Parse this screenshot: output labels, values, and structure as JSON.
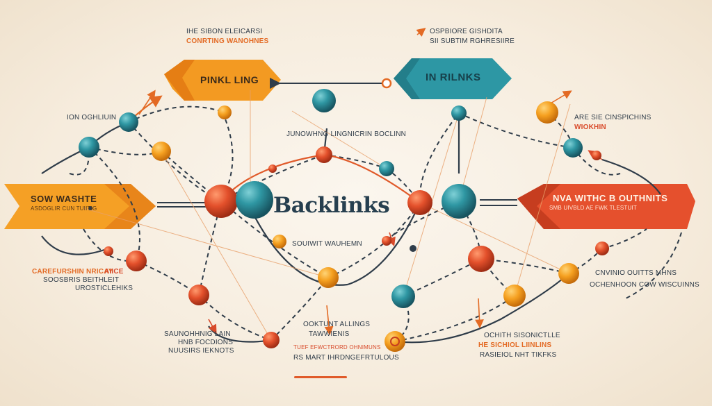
{
  "title": "Backlinks",
  "banners": {
    "top_left": "PINKL LING",
    "top_right": "IN RILNKS",
    "left": "SOW WASHTE",
    "left_sub": "ASDOGLIR CUN TUIITIG",
    "right": "NVA WITHC B OUTHNITS",
    "right_sub": "SMB UIVBLD AE FWK TLESTUIT"
  },
  "labels": {
    "top_left_1": "IHE SIBON ELEICARSI",
    "top_left_2": "CONRTING WANOHNES",
    "top_right_1": "OSPBIORE GISHDITA",
    "top_right_2": "SII SUBTIM RGHRESIIRE",
    "upper_left": "ION OGHLIUIN",
    "upper_right_1": "ARE SIE CINSPICHINS",
    "upper_right_2": "WIOKHIN",
    "upper_center": "JUNOWHNG LINGNICRIN BOCLINN",
    "center_below": "SOUIWIT WAUHEMN",
    "left_lower_1": "CAREFURSHIN NRICAY",
    "left_lower_1b": "AIICE",
    "left_lower_2": "SOOSBRIS BEITHLEIT",
    "left_lower_3": "UROSTICLEHIKS",
    "right_lower_1": "CNVINIO OUITTS MHNS",
    "right_lower_2": "OCHENHOON COW WISCUINNS",
    "bottom_center_1": "OOKTUNT ALLINGS",
    "bottom_center_2": "TAWWIENIS",
    "bottom_center_3": "TUEF EFWCTRORD OHNIMUNS",
    "bottom_center_4": "RS MART IHRDNGEFRTULOUS",
    "bottom_left_1": "SAUNOHHNIG LAIN",
    "bottom_left_2": "HNB FOCDIONS",
    "bottom_left_3": "NUUSIRS IEKNOTS",
    "bottom_right_1": "OCHITH SISONICTLLE",
    "bottom_right_2": "HE SICHIOL LIINLINS",
    "bottom_right_3": "RASIEIOL NHT TIKFKS"
  },
  "colors": {
    "background": "#f6ecdd",
    "orange": "#f29a28",
    "red_orange": "#e0532a",
    "teal": "#2f8e9c",
    "navy": "#2f3c49"
  }
}
